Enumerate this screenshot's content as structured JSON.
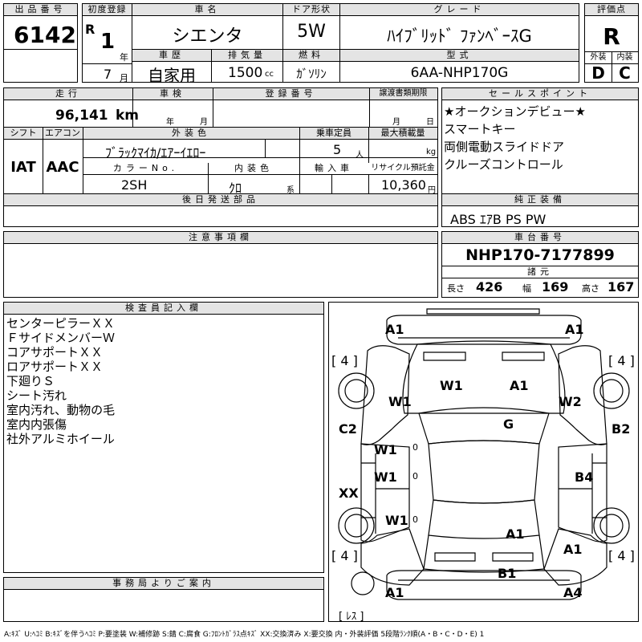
{
  "lot": {
    "label": "出品番号",
    "value": "6142"
  },
  "first_reg": {
    "label": "初度登録",
    "era": "R",
    "year": "1",
    "year_unit": "年",
    "month": "7",
    "month_unit": "月"
  },
  "car_name": {
    "label": "車名",
    "value": "シエンタ"
  },
  "door": {
    "label": "ドア形状",
    "value": "5W"
  },
  "grade": {
    "label": "グレード",
    "value": "ﾊｲﾌﾞﾘｯﾄﾞ ﾌｧﾝﾍﾞｰｽG"
  },
  "score": {
    "label": "評価点",
    "value": "R",
    "ext_label": "外装",
    "int_label": "内装",
    "ext": "D",
    "int": "C"
  },
  "history": {
    "label": "車歴",
    "value": "自家用"
  },
  "displacement": {
    "label": "排気量",
    "value": "1500",
    "unit": "cc"
  },
  "fuel": {
    "label": "燃料",
    "value": "ｶﾞｿﾘﾝ"
  },
  "model_code": {
    "label": "型式",
    "value": "6AA-NHP170G"
  },
  "mileage": {
    "label": "走行",
    "value": "96,141",
    "unit": "km"
  },
  "inspection": {
    "label": "車検",
    "year_unit": "年",
    "month_unit": "月"
  },
  "reg_no": {
    "label": "登録番号"
  },
  "transfer_deadline": {
    "label": "譲渡書類期限",
    "month_unit": "月",
    "day_unit": "日"
  },
  "shift": {
    "label": "シフト",
    "value": "IAT"
  },
  "aircon": {
    "label": "エアコン",
    "value": "AAC"
  },
  "exterior_color": {
    "label": "外装色",
    "value": "ﾌﾞﾗｯｸﾏｲｶ/ｴｱｰｲｴﾛｰ"
  },
  "capacity": {
    "label": "乗車定員",
    "value": "5",
    "unit": "人"
  },
  "max_load": {
    "label": "最大積載量",
    "unit": "kg"
  },
  "color_no": {
    "label": "カラーNo.",
    "value": "2SH"
  },
  "interior_color": {
    "label": "内装色",
    "value": "ｸﾛ",
    "unit": "系"
  },
  "import": {
    "label": "輸入車"
  },
  "recycle": {
    "label": "リサイクル預託金",
    "value": "10,360",
    "unit": "円"
  },
  "sales_points": {
    "label": "セールスポイント",
    "items": [
      "★オークションデビュー★",
      "スマートキー",
      "両側電動スライドドア",
      "クルーズコントロール"
    ]
  },
  "later_parts": {
    "label": "後日発送部品"
  },
  "equipment": {
    "label": "純正装備",
    "value": "ABS ｴｱB PS PW"
  },
  "cautions": {
    "label": "注意事項欄"
  },
  "chassis": {
    "label": "車台番号",
    "value": "NHP170-7177899"
  },
  "specs": {
    "label": "諸元",
    "length_label": "長さ",
    "length": "426",
    "width_label": "幅",
    "width": "169",
    "height_label": "高さ",
    "height": "167"
  },
  "inspector": {
    "label": "検査員記入欄",
    "notes": [
      "センターピラーＸＸ",
      "ＦサイドメンバーＷ",
      "コアサポートＸＸ",
      "ロアサポートＸＸ",
      "下廻りＳ",
      "シート汚れ",
      "室内汚れ、動物の毛",
      "室内内張傷",
      "社外アルミホイール"
    ]
  },
  "office": {
    "label": "事務局よりご案内"
  },
  "diagram": {
    "tire_fl": "[ 4 ]",
    "tire_fr": "[ 4 ]",
    "tire_rl": "[ 4 ]",
    "tire_rr": "[ 4 ]",
    "spare": "[ ﾚｽ ]",
    "marks": {
      "front_bumper_l": "A1",
      "front_bumper_r": "A1",
      "hood_l": "W1",
      "hood_r": "A1",
      "fender_l": "W1",
      "fender_r": "W2",
      "windshield": "G",
      "pillar_l": "C2",
      "pillar_r": "B2",
      "front_door_l": "W1",
      "rear_door_l": "W1",
      "side_l": "XX",
      "rear_door_r": "B4",
      "rear_fender_l": "W1",
      "roof_rear": "A1",
      "rear_fender_r": "A1",
      "rear_panel": "B1",
      "rear_bumper_l": "A1",
      "rear_bumper_r": "A4",
      "zero1": "0",
      "zero2": "0",
      "zero3": "0"
    }
  },
  "legend": "A:ｷｽﾞ U:ﾍｺﾐ B:ｷｽﾞを伴うﾍｺﾐ P:要塗装 W:補修跡 S:錆 C:腐食 G:ﾌﾛﾝﾄｶﾞﾗｽ点ｷｽﾞ XX:交換済み X:要交換 内・外装評価 5段階ﾗﾝｸ順(A・B・C・D・E) 1"
}
